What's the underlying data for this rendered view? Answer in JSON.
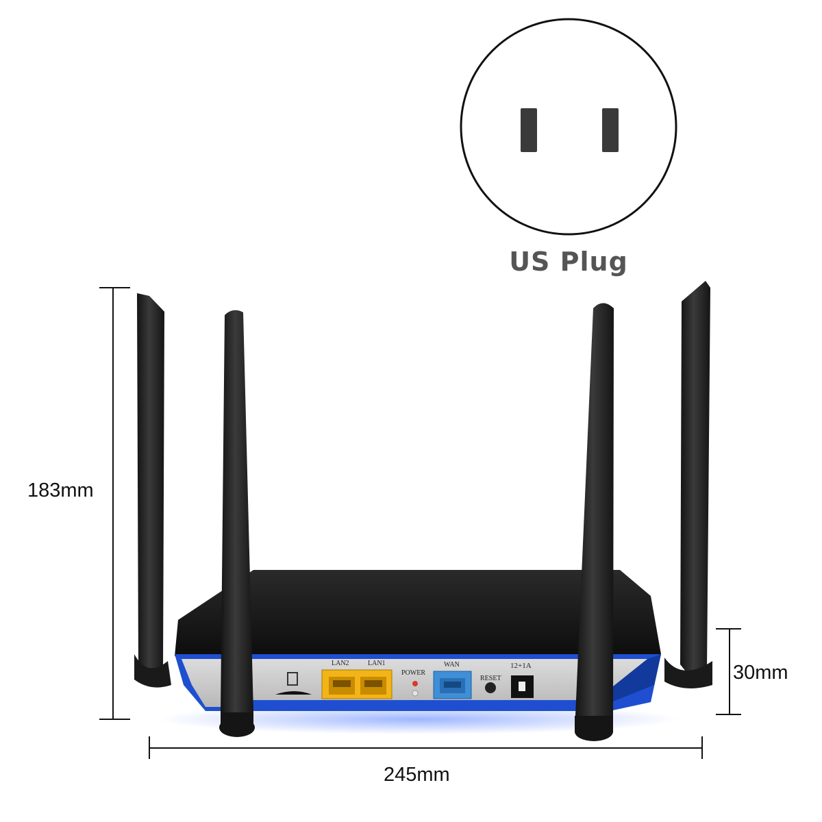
{
  "plug": {
    "label": "US Plug",
    "icon": "us-plug-outlet-icon"
  },
  "dimensions": {
    "height": "183mm",
    "depth": "30mm",
    "width": "245mm"
  },
  "ports": [
    {
      "label": "LAN2",
      "color": "#f2b418"
    },
    {
      "label": "LAN1",
      "color": "#f2b418"
    },
    {
      "label": "POWER",
      "color": "#d63a2a"
    },
    {
      "label": "WAN",
      "color": "#3f8fd6"
    },
    {
      "label": "RESET",
      "color": "#222222"
    },
    {
      "label": "12+1A",
      "color": "#111111"
    }
  ],
  "colors": {
    "router_body": "#1a1a1a",
    "router_accent": "#1f4fd0",
    "antenna": "#262626"
  }
}
